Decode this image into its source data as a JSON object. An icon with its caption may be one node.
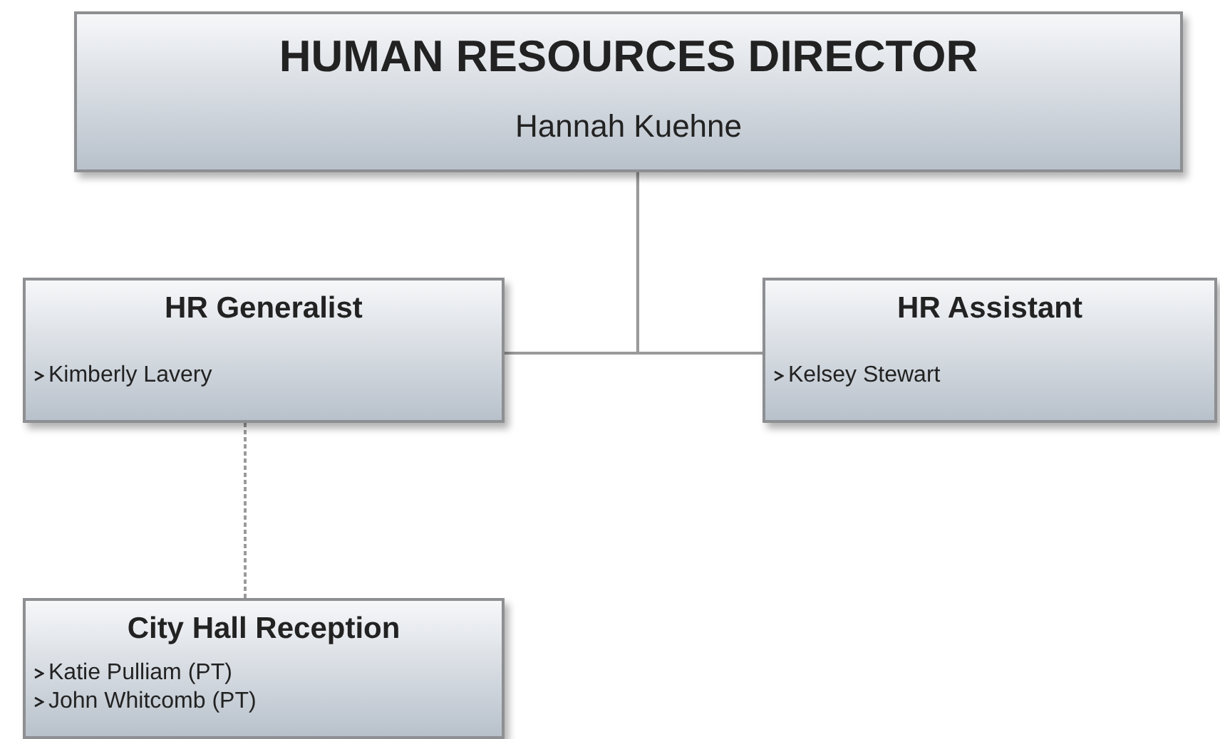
{
  "diagram": {
    "nodes": [
      {
        "text": [
          "HUMAN RESOURCES DIRECTOR",
          "Hannah Kuehne"
        ]
      },
      {
        "text": [
          "HR Generalist",
          "Kimberly Lavery"
        ]
      },
      {
        "text": [
          "HR Assistant",
          "Kelsey Stewart"
        ]
      },
      {
        "text": [
          "City Hall Reception",
          "Katie Pulliam (PT)",
          "John Whitcomb (PT)"
        ]
      }
    ],
    "edges": [
      {
        "from": 0,
        "to": 1,
        "arrow": "none"
      },
      {
        "from": 0,
        "to": 2,
        "arrow": "none"
      },
      {
        "from": 1,
        "to": 3,
        "arrow": "none",
        "style": "dashed"
      }
    ]
  }
}
